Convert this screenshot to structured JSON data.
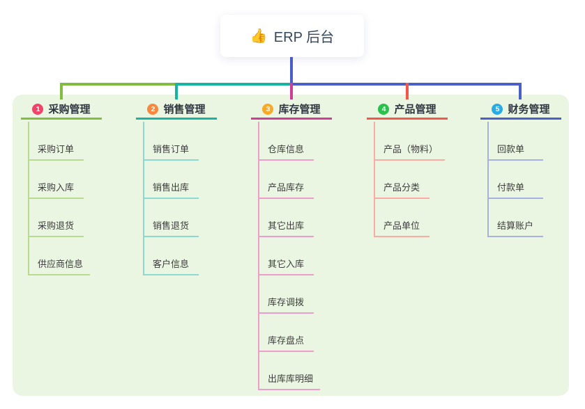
{
  "root": {
    "emoji": "👍",
    "emoji_name": "thumbs-up-icon",
    "title": "ERP 后台"
  },
  "colors": {
    "page_background": "#ffffff",
    "panel_background": "#eaf6e2",
    "root_text": "#36475a",
    "root_connector": "#4a5fc8",
    "title_text": "#2f3640",
    "child_text": "#3d3d3d"
  },
  "branches": [
    {
      "badge": "1",
      "badge_color": "#f1446a",
      "line_color": "#82bc40",
      "child_line_color": "#b7db90",
      "title": "采购管理",
      "children": [
        "采购订单",
        "采购入库",
        "采购退货",
        "供应商信息"
      ]
    },
    {
      "badge": "2",
      "badge_color": "#f8883f",
      "line_color": "#17b3a3",
      "child_line_color": "#8bd9d0",
      "title": "销售管理",
      "children": [
        "销售订单",
        "销售出库",
        "销售退货",
        "客户信息"
      ]
    },
    {
      "badge": "3",
      "badge_color": "#f9a928",
      "line_color": "#ce3e97",
      "child_line_color": "#ec9dcb",
      "title": "库存管理",
      "children": [
        "仓库信息",
        "产品库存",
        "其它出库",
        "其它入库",
        "库存调拨",
        "库存盘点",
        "出库库明细"
      ]
    },
    {
      "badge": "4",
      "badge_color": "#29c14c",
      "line_color": "#f25749",
      "child_line_color": "#f9aba4",
      "title": "产品管理",
      "children": [
        "产品（物料）",
        "产品分类",
        "产品单位"
      ]
    },
    {
      "badge": "5",
      "badge_color": "#2aabe4",
      "line_color": "#4a5fc8",
      "child_line_color": "#a4b1e2",
      "title": "财务管理",
      "children": [
        "回款单",
        "付款单",
        "结算账户"
      ]
    }
  ]
}
